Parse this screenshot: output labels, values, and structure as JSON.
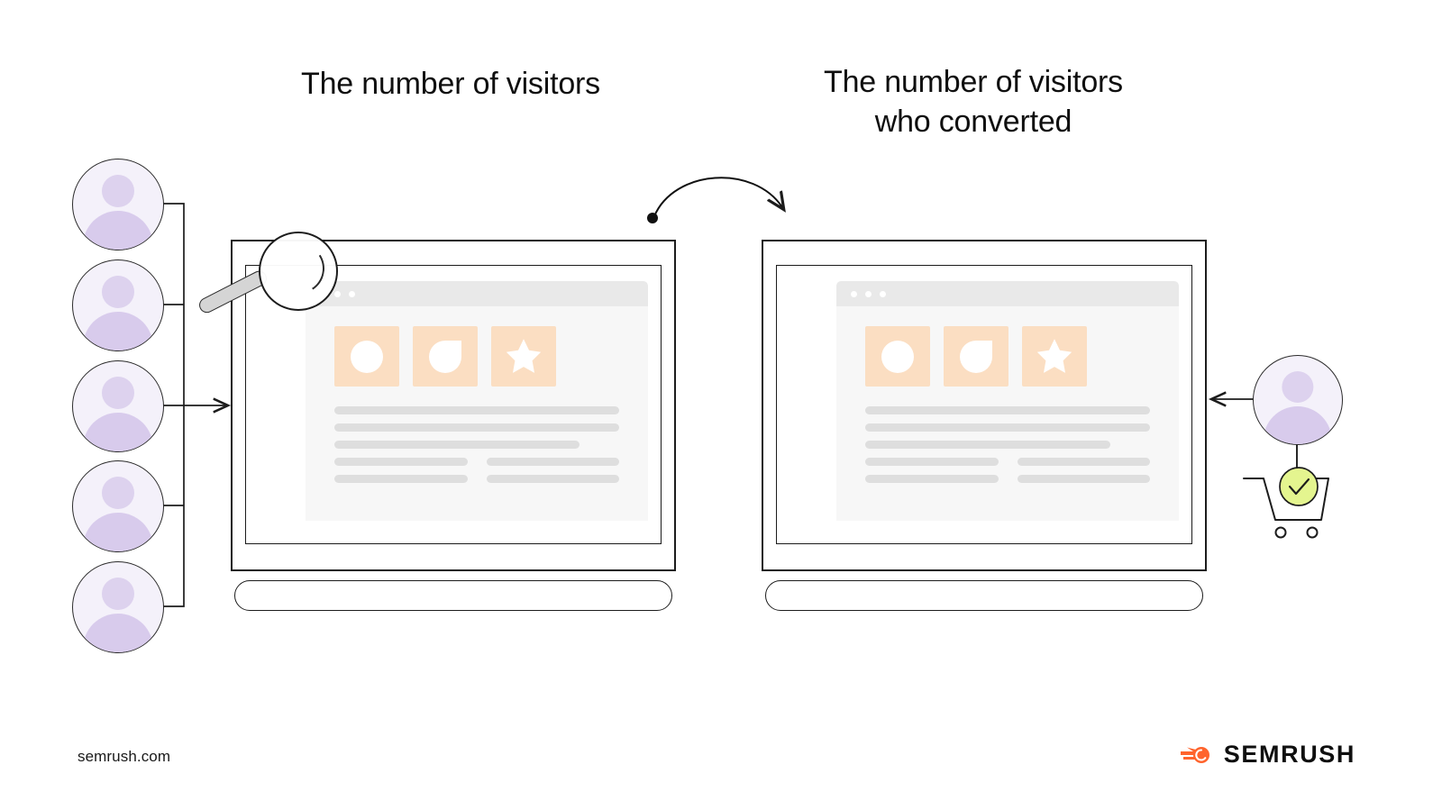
{
  "page": {
    "background_color": "#ffffff",
    "footer_url": "semrush.com",
    "brand_name": "SEMRUSH",
    "brand_color": "#ff642d"
  },
  "headings": {
    "left": "The number of visitors",
    "right": "The number of visitors\nwho converted"
  },
  "colors": {
    "avatar_circle_bg": "#f4f1fa",
    "avatar_person": "#d8cbec",
    "card_orange": "#fbdec2",
    "placeholder_gray": "#dedede",
    "browser_bar": "#e9e9e9",
    "browser_body": "#f7f7f7",
    "cart_badge": "#e4f58f",
    "stroke": "#1c1c1c",
    "magnifier_handle": "#d5d5d5"
  },
  "visitors_panel": {
    "label": "visitor-avatars",
    "count": 5,
    "avatars": [
      {
        "name": "visitor-avatar-1"
      },
      {
        "name": "visitor-avatar-2"
      },
      {
        "name": "visitor-avatar-3"
      },
      {
        "name": "visitor-avatar-4"
      },
      {
        "name": "visitor-avatar-5"
      }
    ],
    "connector": "bracket-to-arrow",
    "arrow_direction": "right"
  },
  "converted_panel": {
    "label": "converted-visitor",
    "avatar_name": "converted-visitor-avatar",
    "arrow_direction": "left",
    "cart": {
      "name": "shopping-cart-icon",
      "badge_icon": "check-icon"
    }
  },
  "flow_arrow": {
    "name": "curved-flow-arrow",
    "from": "left-screen",
    "to": "right-screen",
    "start_marker": "dot",
    "end_marker": "arrowhead"
  },
  "screens": [
    {
      "name": "laptop-left",
      "has_magnifier": true,
      "magnifier_icon": "magnifying-glass-icon",
      "browser": {
        "window_dots": 3,
        "cards": [
          {
            "name": "card-circle",
            "shape": "circle"
          },
          {
            "name": "card-leaf",
            "shape": "leaf"
          },
          {
            "name": "card-star",
            "shape": "star"
          }
        ],
        "text_lines": [
          {
            "width": "w100"
          },
          {
            "width": "w100"
          },
          {
            "width": "w85"
          }
        ],
        "paired_lines": 2
      }
    },
    {
      "name": "laptop-right",
      "has_magnifier": false,
      "browser": {
        "window_dots": 3,
        "cards": [
          {
            "name": "card-circle",
            "shape": "circle"
          },
          {
            "name": "card-leaf",
            "shape": "leaf"
          },
          {
            "name": "card-star",
            "shape": "star"
          }
        ],
        "text_lines": [
          {
            "width": "w100"
          },
          {
            "width": "w100"
          },
          {
            "width": "w85"
          }
        ],
        "paired_lines": 2
      }
    }
  ]
}
